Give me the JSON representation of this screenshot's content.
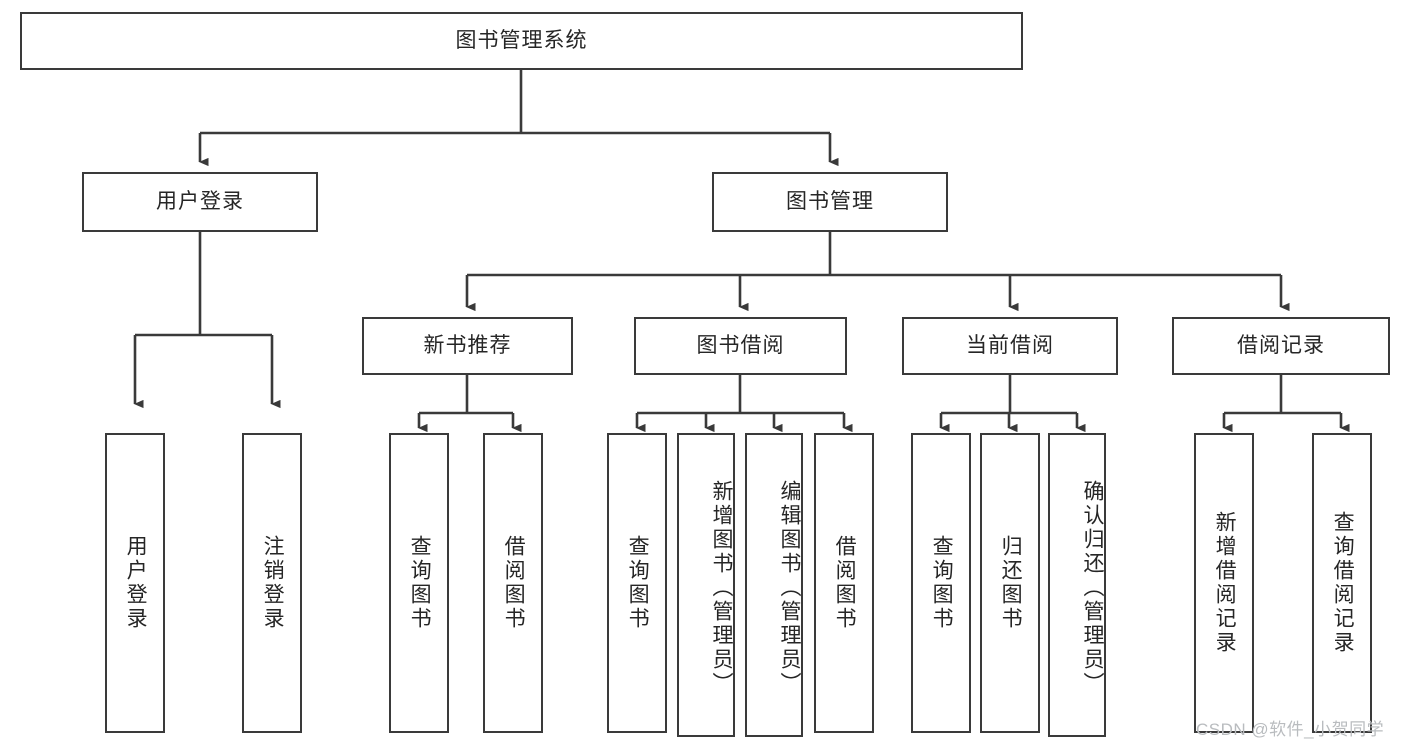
{
  "diagram": {
    "type": "hierarchy-tree",
    "title": "图书管理系统",
    "root": {
      "label": "图书管理系统"
    },
    "level2": [
      {
        "label": "用户登录"
      },
      {
        "label": "图书管理"
      }
    ],
    "level3": [
      {
        "label": "新书推荐"
      },
      {
        "label": "图书借阅"
      },
      {
        "label": "当前借阅"
      },
      {
        "label": "借阅记录"
      }
    ],
    "leaves": {
      "user_login": [
        {
          "label": "用户登录"
        },
        {
          "label": "注销登录"
        }
      ],
      "new_book_recommend": [
        {
          "label": "查询图书"
        },
        {
          "label": "借阅图书"
        }
      ],
      "book_borrow": [
        {
          "label": "查询图书"
        },
        {
          "label": "新增图书（管理员）"
        },
        {
          "label": "编辑图书（管理员）"
        },
        {
          "label": "借阅图书"
        }
      ],
      "current_borrow": [
        {
          "label": "查询图书"
        },
        {
          "label": "归还图书"
        },
        {
          "label": "确认归还（管理员）"
        }
      ],
      "borrow_record": [
        {
          "label": "新增借阅记录"
        },
        {
          "label": "查询借阅记录"
        }
      ]
    }
  },
  "watermark": {
    "text": "CSDN @软件_小贺同学"
  },
  "colors": {
    "stroke": "#3a3a3a",
    "background": "#ffffff",
    "text": "#262626",
    "watermark": "#b9bcbf"
  }
}
